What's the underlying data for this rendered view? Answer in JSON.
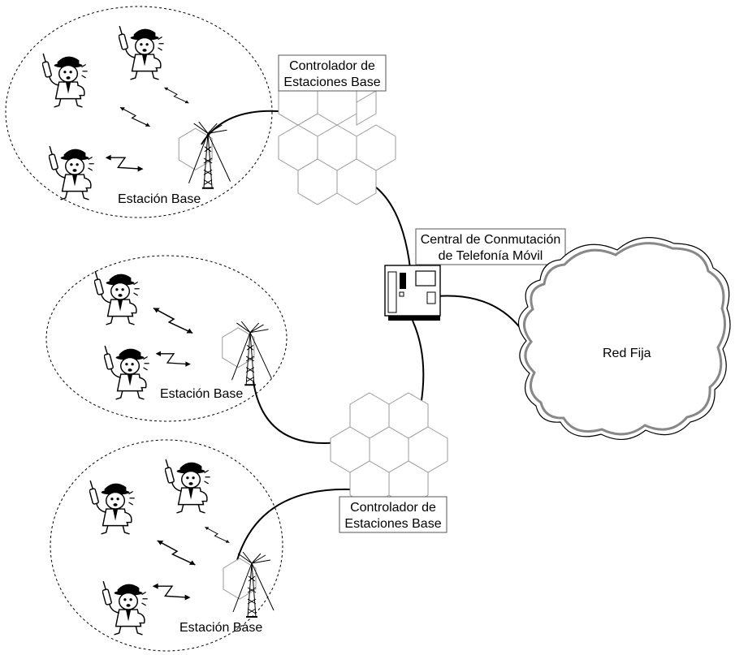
{
  "labels": {
    "bsc_top_line1": "Controlador de",
    "bsc_top_line2": "Estaciones Base",
    "bsc_bottom_line1": "Controlador de",
    "bsc_bottom_line2": "Estaciones Base",
    "msc_line1": "Central de Conmutación",
    "msc_line2": "de Telefonía Móvil",
    "fixed_network": "Red Fija",
    "base_station_1": "Estación Base",
    "base_station_2": "Estación Base",
    "base_station_3": "Estación Base"
  },
  "icons": {
    "user": "mobile-user-icon",
    "tower": "antenna-tower-icon",
    "switch": "switching-center-icon",
    "cloud": "network-cloud-icon",
    "signal": "radio-link-icon"
  }
}
